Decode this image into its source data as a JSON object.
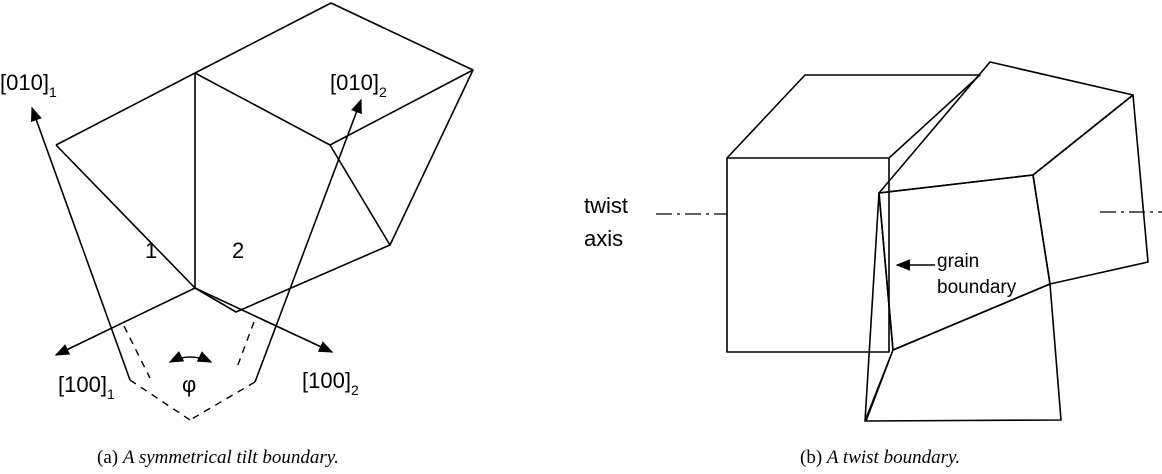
{
  "figure_a": {
    "labels": {
      "axis_010_1": "[010]",
      "axis_010_1_sub": "1",
      "axis_010_2": "[010]",
      "axis_010_2_sub": "2",
      "axis_100_1": "[100]",
      "axis_100_1_sub": "1",
      "axis_100_2": "[100]",
      "axis_100_2_sub": "2",
      "grain_1": "1",
      "grain_2": "2",
      "angle": "φ"
    },
    "caption": {
      "prefix": "(a)",
      "text": "A symmetrical tilt boundary."
    }
  },
  "figure_b": {
    "labels": {
      "twist_axis_line1": "twist",
      "twist_axis_line2": "axis",
      "grain_boundary_line1": "grain",
      "grain_boundary_line2": "boundary"
    },
    "caption": {
      "prefix": "(b)",
      "text": "A twist boundary."
    }
  }
}
